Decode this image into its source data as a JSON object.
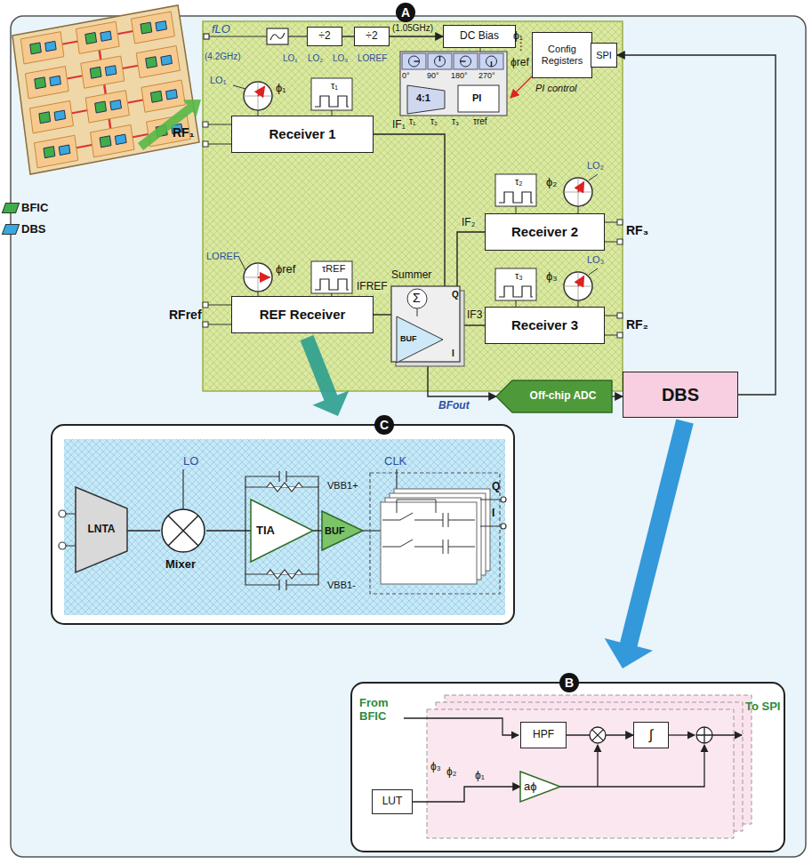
{
  "diagram": {
    "nodes": [
      {
        "text": [
          "÷2"
        ]
      },
      {
        "text": [
          "÷2"
        ]
      },
      {
        "text": [
          "DC Bias"
        ]
      },
      {
        "text": [
          "Config Registers"
        ]
      },
      {
        "text": [
          "SPI"
        ]
      },
      {
        "text": [
          "Receiver 1"
        ]
      },
      {
        "text": [
          "Receiver 2"
        ]
      },
      {
        "text": [
          "REF Receiver"
        ]
      },
      {
        "text": [
          "Receiver 3"
        ]
      },
      {
        "text": [
          "Summer",
          "Σ",
          "BUF",
          "I",
          "Q"
        ]
      },
      {
        "text": [
          "Off-chip ADC"
        ]
      },
      {
        "text": [
          "DBS"
        ]
      },
      {
        "text": [
          "LNTA"
        ]
      },
      {
        "text": [
          "Mixer"
        ]
      },
      {
        "text": [
          "TIA"
        ]
      },
      {
        "text": [
          "BUF"
        ]
      },
      {
        "text": [
          "HPF"
        ]
      },
      {
        "text": [
          "∫"
        ]
      },
      {
        "text": [
          "LUT"
        ]
      },
      {
        "text": [
          "aϕ"
        ]
      }
    ],
    "edges": [
      {
        "from": 0,
        "to": 1,
        "arrow": "none"
      },
      {
        "from": 1,
        "to": 2,
        "arrow": "to",
        "label": "(1.05GHz)"
      },
      {
        "from": 5,
        "to": 9,
        "arrow": "none",
        "label": "IF₁"
      },
      {
        "from": 6,
        "to": 9,
        "arrow": "none",
        "label": "IF₂"
      },
      {
        "from": 7,
        "to": 9,
        "arrow": "none",
        "label": "IFREF"
      },
      {
        "from": 8,
        "to": 9,
        "arrow": "none",
        "label": "IF3"
      },
      {
        "from": 9,
        "to": 10,
        "arrow": "to",
        "label": "BFout"
      },
      {
        "from": 10,
        "to": 11,
        "arrow": "to"
      },
      {
        "from": 11,
        "to": 4,
        "arrow": "to"
      },
      {
        "from": 12,
        "to": 13,
        "arrow": "none"
      },
      {
        "from": 13,
        "to": 14,
        "arrow": "none"
      },
      {
        "from": 14,
        "to": 15,
        "arrow": "none"
      },
      {
        "from": 16,
        "to": 17,
        "arrow": "to"
      },
      {
        "from": 18,
        "to": 19,
        "arrow": "to"
      }
    ],
    "labels": [
      "A",
      "fLO",
      "(4.2GHz)",
      "LO₁",
      "LO₂",
      "LO₃",
      "LOREF",
      "0°",
      "90°",
      "180°",
      "270°",
      "4:1",
      "PI",
      "τ₁",
      "τ₂",
      "τ₃",
      "τref",
      "ϕ₁",
      "⋮",
      "ϕref",
      "PI control",
      "LO₁",
      "ϕ₁",
      "τ₁",
      "LO₂",
      "ϕ₂",
      "τ₂",
      "LOREF",
      "ϕref",
      "τREF",
      "LO₃",
      "ϕ₃",
      "τ₃",
      "RF₁",
      "RF₃",
      "RFref",
      "RF₂",
      "C",
      "LO",
      "CLK",
      "VBB1+",
      "VBB1-",
      "Q",
      "I",
      "B",
      "From BFIC",
      "To SPI",
      "ϕ₃",
      "ϕ₂",
      "ϕ₁"
    ],
    "legend": [
      {
        "text": "BFIC",
        "color": "#3fae49"
      },
      {
        "text": "DBS",
        "color": "#38a8e0"
      }
    ]
  }
}
